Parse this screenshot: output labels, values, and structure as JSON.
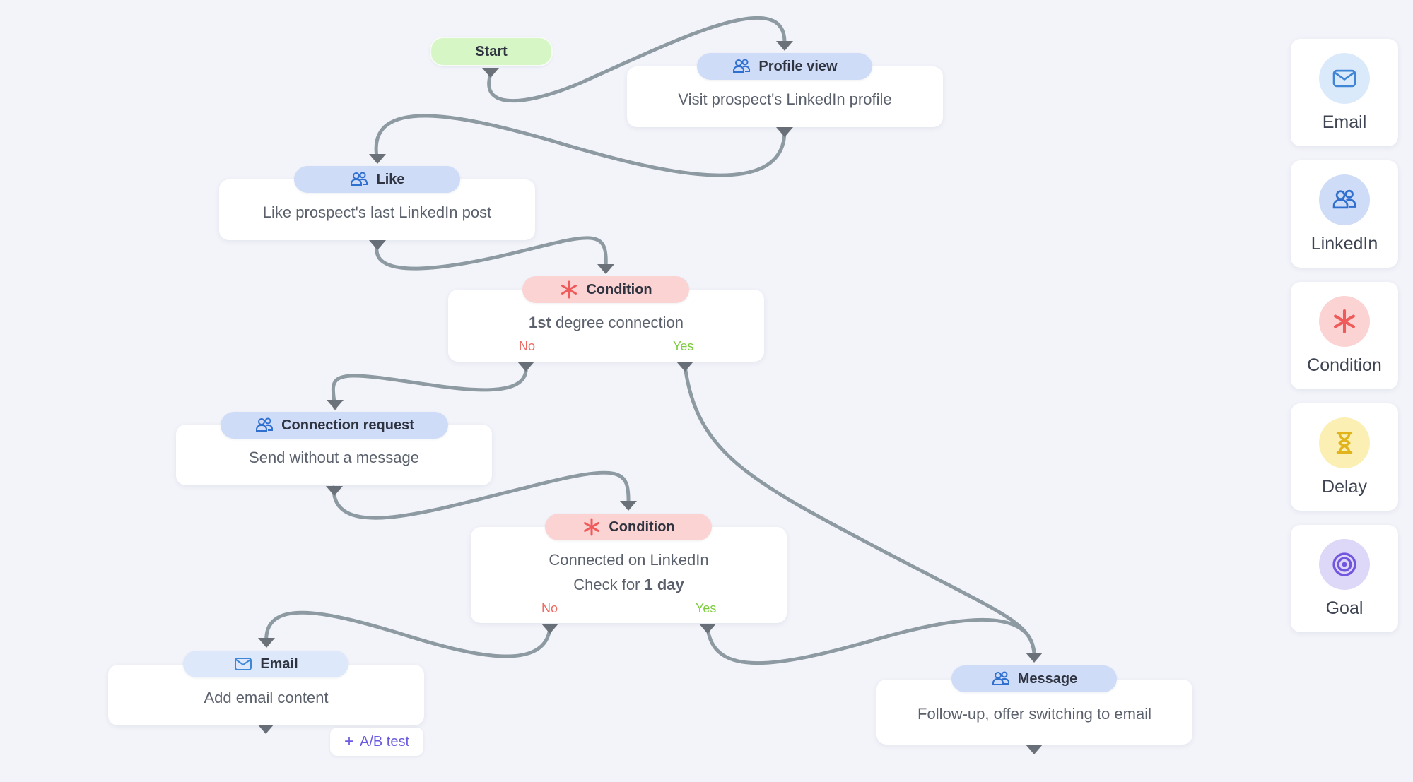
{
  "nodes": {
    "start": {
      "label": "Start"
    },
    "profile_view": {
      "title": "Profile view",
      "description": "Visit prospect's LinkedIn profile"
    },
    "like": {
      "title": "Like",
      "description": "Like prospect's last LinkedIn post"
    },
    "condition1": {
      "title": "Condition",
      "description_bold": "1st",
      "description_rest": " degree connection",
      "no_label": "No",
      "yes_label": "Yes"
    },
    "connection_request": {
      "title": "Connection request",
      "description": "Send without a message"
    },
    "condition2": {
      "title": "Condition",
      "line1": "Connected on LinkedIn",
      "line2_prefix": "Check for ",
      "line2_bold": "1 day",
      "no_label": "No",
      "yes_label": "Yes"
    },
    "email": {
      "title": "Email",
      "description": "Add email content",
      "ab_test_label": "A/B test"
    },
    "message": {
      "title": "Message",
      "description": "Follow-up, offer switching to email"
    }
  },
  "palette": {
    "email": {
      "label": "Email",
      "icon": "envelope-icon",
      "bg": "#dbeafb",
      "color": "#3f86d6"
    },
    "linkedin": {
      "label": "LinkedIn",
      "icon": "people-icon",
      "bg": "#cfdcf7",
      "color": "#2f6fd0"
    },
    "condition": {
      "label": "Condition",
      "icon": "asterisk-icon",
      "bg": "#fbd3d3",
      "color": "#ef5b5b"
    },
    "delay": {
      "label": "Delay",
      "icon": "hourglass-icon",
      "bg": "#fcefb4",
      "color": "#e0b41a"
    },
    "goal": {
      "label": "Goal",
      "icon": "target-icon",
      "bg": "#ddd7f8",
      "color": "#7356e0"
    }
  },
  "colors": {
    "edge": "#8d9aa2",
    "arrow": "#6b7179",
    "no_branch": "#ee6a62",
    "yes_branch": "#7dcc3e",
    "accent": "#6a5be0"
  }
}
